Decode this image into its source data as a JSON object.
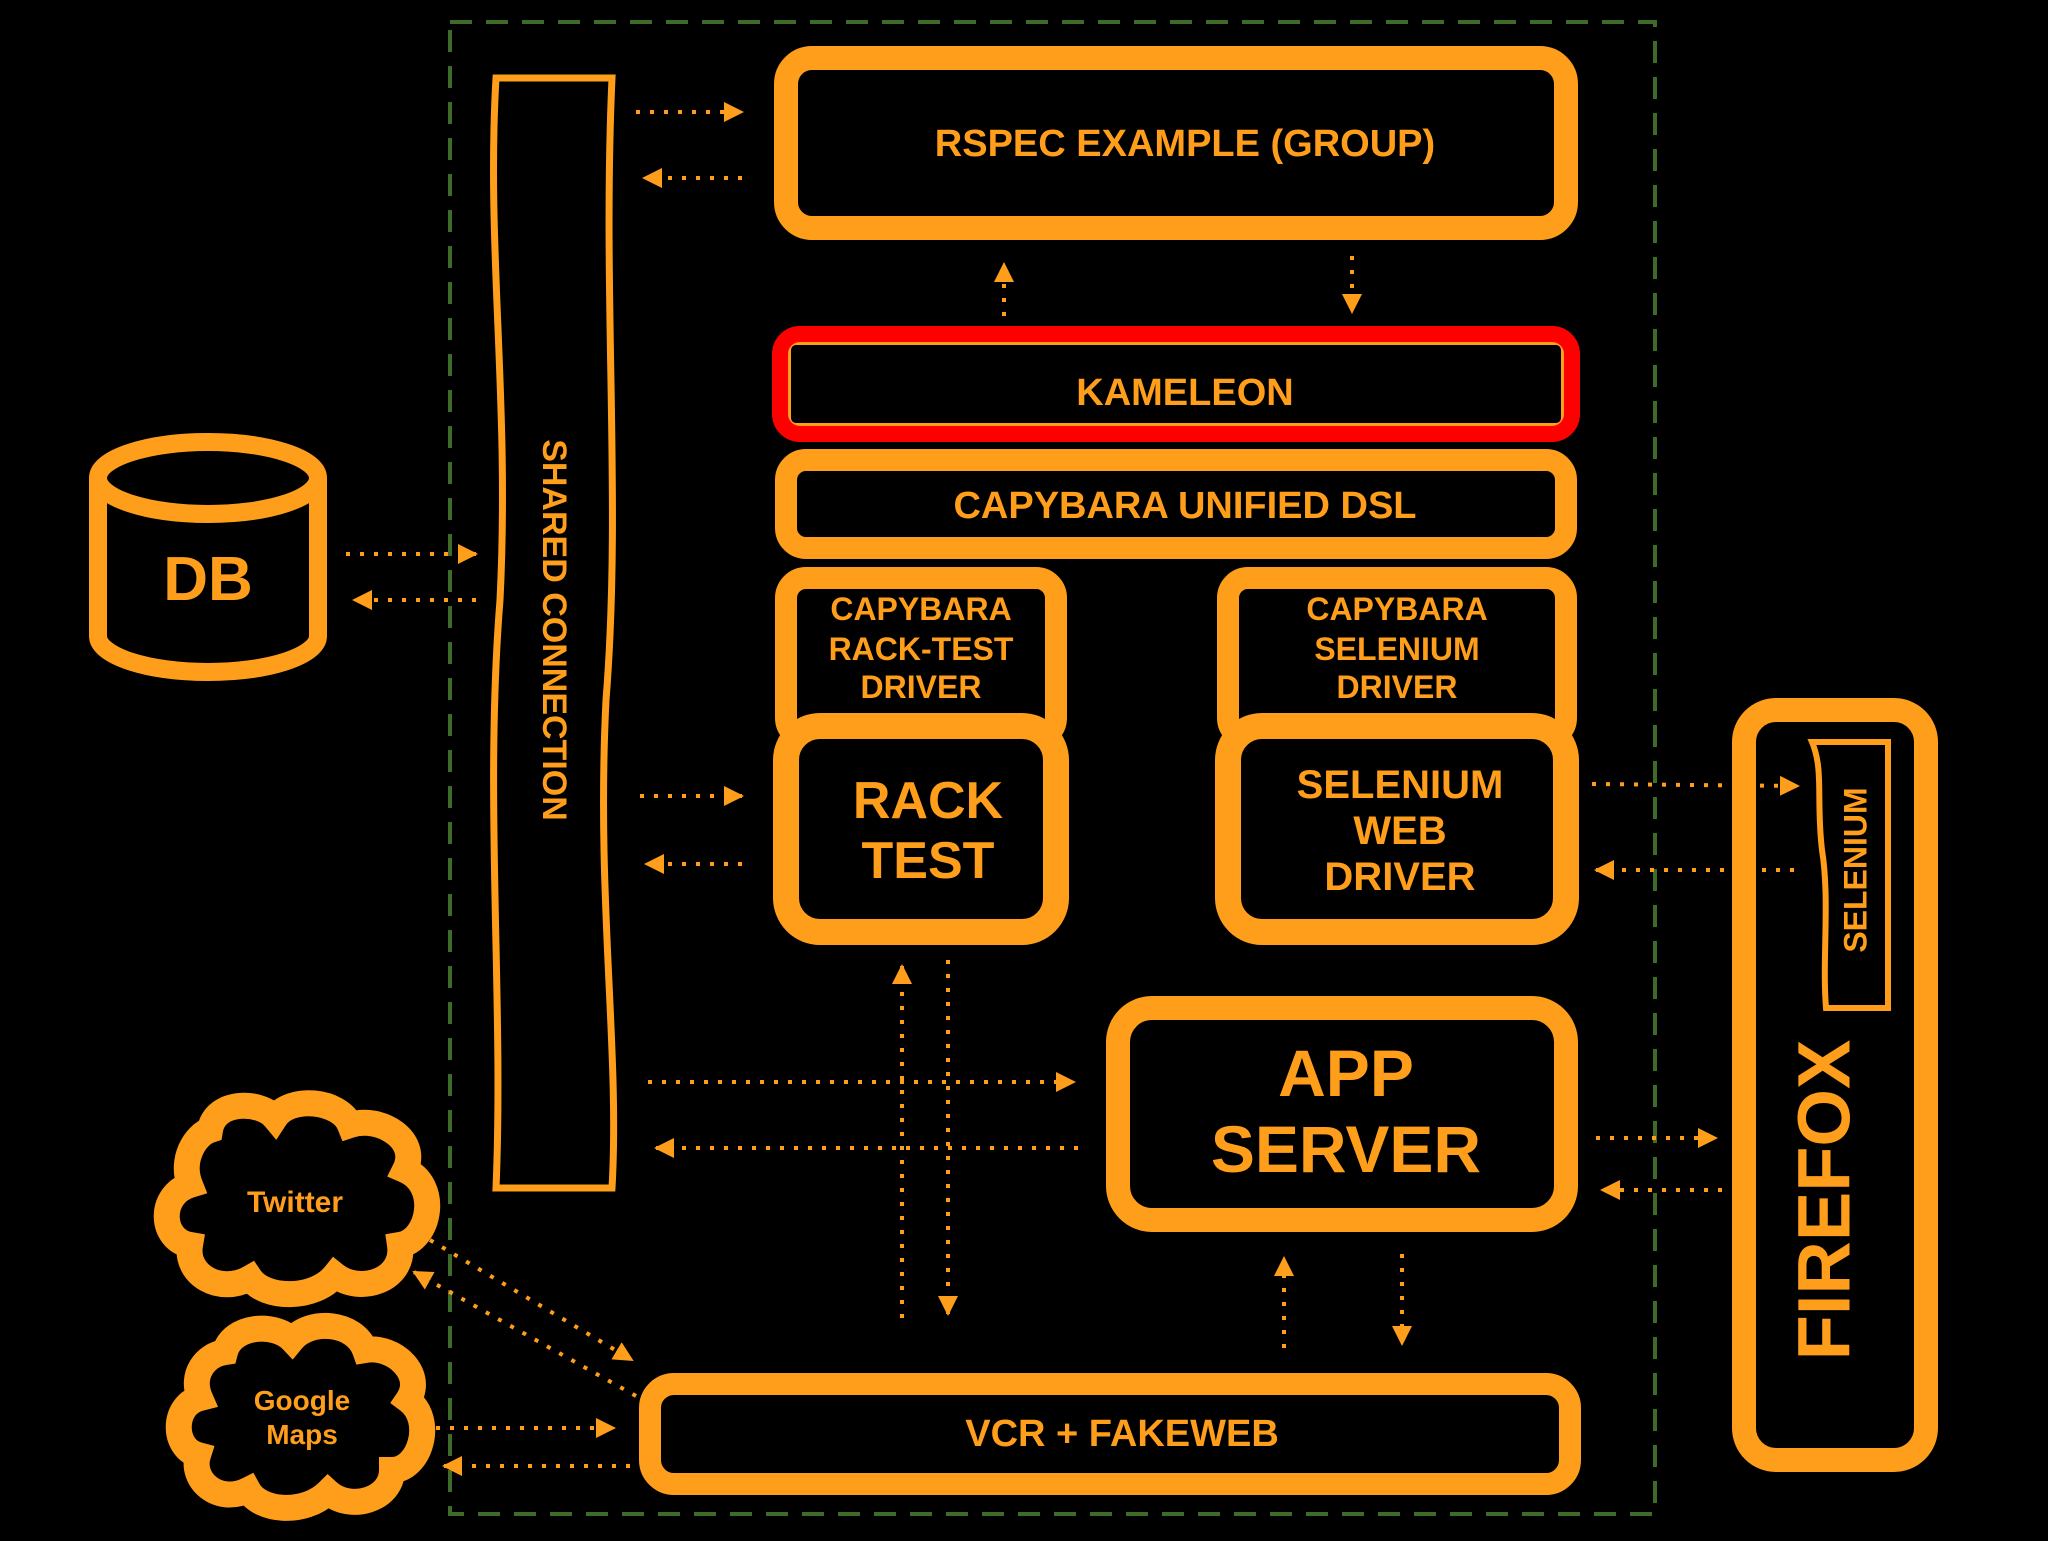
{
  "colors": {
    "background": "#000000",
    "accent": "#FF9E1B",
    "highlight": "#FF0000",
    "boundary": "#3E6B2A"
  },
  "nodes": {
    "rspec": "RSPEC EXAMPLE (GROUP)",
    "kameleon": "KAMELEON",
    "capybara_dsl": "CAPYBARA UNIFIED DSL",
    "rack_driver": [
      "CAPYBARA",
      "RACK-TEST",
      "DRIVER"
    ],
    "selenium_driver": [
      "CAPYBARA",
      "SELENIUM",
      "DRIVER"
    ],
    "rack_test": [
      "RACK",
      "TEST"
    ],
    "selenium_web_driver": [
      "SELENIUM",
      "WEB",
      "DRIVER"
    ],
    "app_server": [
      "APP",
      "SERVER"
    ],
    "vcr": "VCR + FAKEWEB",
    "shared_connection": "SHARED CONNECTION",
    "db": "DB",
    "twitter": "Twitter",
    "google_maps": [
      "Google",
      "Maps"
    ],
    "firefox": "FIREFOX",
    "selenium": "SELENIUM"
  }
}
